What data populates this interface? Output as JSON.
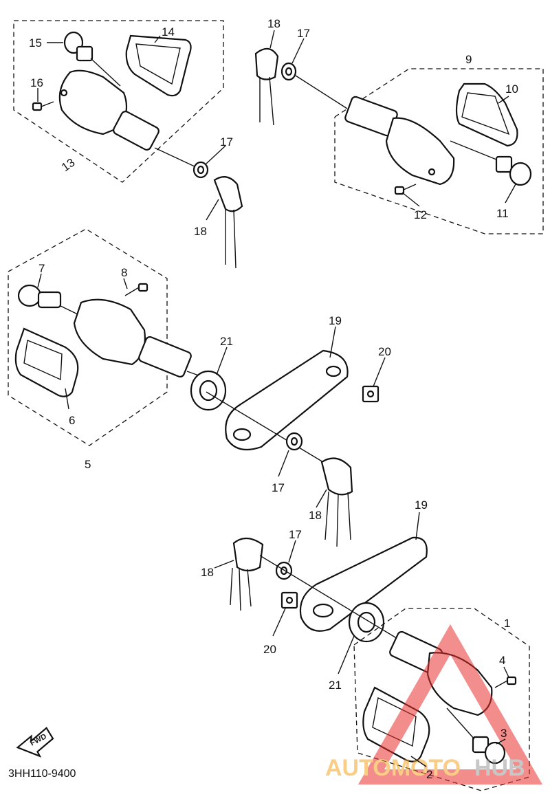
{
  "labels": {
    "l1": "1",
    "l2": "2",
    "l3": "3",
    "l4": "4",
    "l5": "5",
    "l6": "6",
    "l7": "7",
    "l8": "8",
    "l9": "9",
    "l10": "10",
    "l11": "11",
    "l12": "12",
    "l13": "13",
    "l14": "14",
    "l15": "15",
    "l16": "16",
    "l17a": "17",
    "l17b": "17",
    "l17c": "17",
    "l17d": "17",
    "l18a": "18",
    "l18b": "18",
    "l18c": "18",
    "l18d": "18",
    "l19a": "19",
    "l19b": "19",
    "l20a": "20",
    "l20b": "20",
    "l21a": "21",
    "l21b": "21"
  },
  "diagram_code": "3HH110-9400",
  "fwd_arrow_label": "FWD",
  "watermark": {
    "text_orange": "AUTOMOTO",
    "text_gray": "HUB",
    "colors": {
      "orange": "#f5a623",
      "gray": "#9a9a9a",
      "triangle": "#e8312f"
    }
  }
}
